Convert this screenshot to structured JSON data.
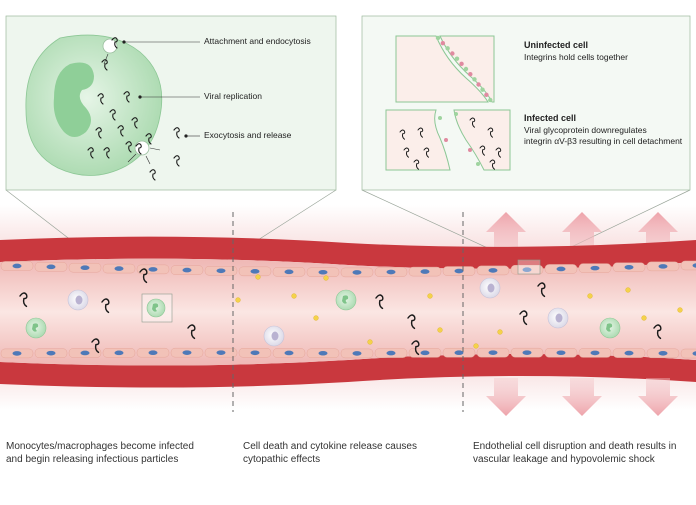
{
  "colors": {
    "vessel_wall": "#c9383e",
    "vessel_lumen": "#f4c9c6",
    "endothelial": "#f2c2b8",
    "nucleus": "#4e79b8",
    "macrophage": "#bfe3c3",
    "arrow": "#f1b4b8",
    "panel_bg": "#eef6ee"
  },
  "left_panel": {
    "labels": [
      "Attachment and endocytosis",
      "Viral replication",
      "Exocytosis and release"
    ]
  },
  "right_panel": {
    "uninfected_title": "Uninfected cell",
    "uninfected_desc": "Integrins hold cells together",
    "infected_title": "Infected cell",
    "infected_desc_1": "Viral glycoprotein downregulates",
    "infected_desc_2": "integrin αV-β3 resulting in cell detachment"
  },
  "captions": [
    {
      "line1": "Monocytes/macrophages become infected",
      "line2": "and begin releasing infectious particles"
    },
    {
      "line1": "Cell death and cytokine release causes",
      "line2": "cytopathic effects"
    },
    {
      "line1": "Endothelial cell disruption and death results in",
      "line2": "vascular leakage and hypovolemic shock"
    }
  ]
}
